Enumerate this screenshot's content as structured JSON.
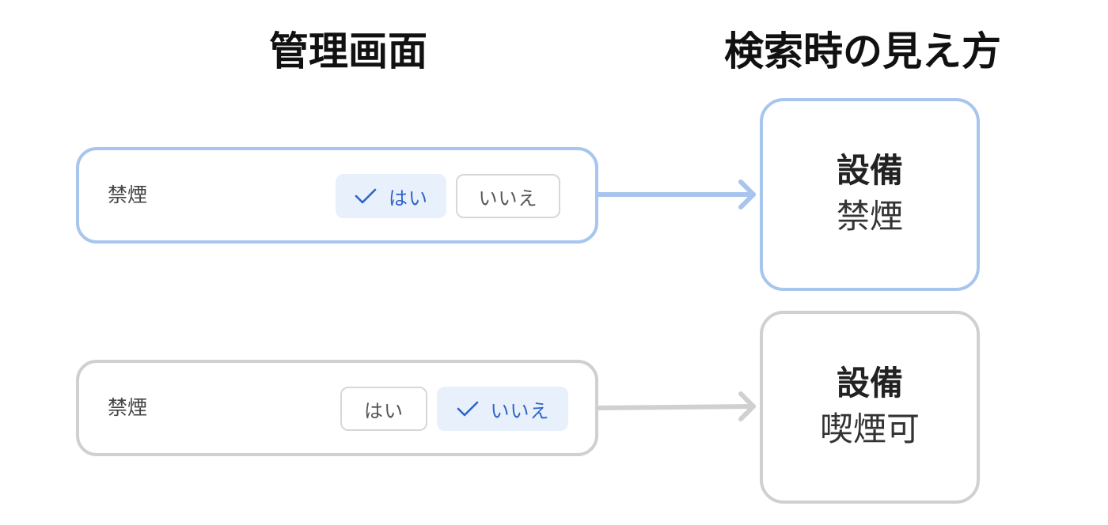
{
  "headings": {
    "admin": "管理画面",
    "search": "検索時の見え方"
  },
  "rows": [
    {
      "label": "禁煙",
      "yes_label": "はい",
      "no_label": "いいえ",
      "selected": "yes",
      "border_color": "#a8c5ee",
      "result_title": "設備",
      "result_value": "禁煙"
    },
    {
      "label": "禁煙",
      "yes_label": "はい",
      "no_label": "いいえ",
      "selected": "no",
      "border_color": "#d0d0d0",
      "result_title": "設備",
      "result_value": "喫煙可"
    }
  ],
  "colors": {
    "selected_bg": "#e8f0fc",
    "selected_text": "#2f63c8",
    "blue_outline": "#a8c5ee",
    "gray_outline": "#d0d0d0"
  },
  "icons": {
    "check": "check-icon",
    "arrow": "arrow-right-icon"
  }
}
